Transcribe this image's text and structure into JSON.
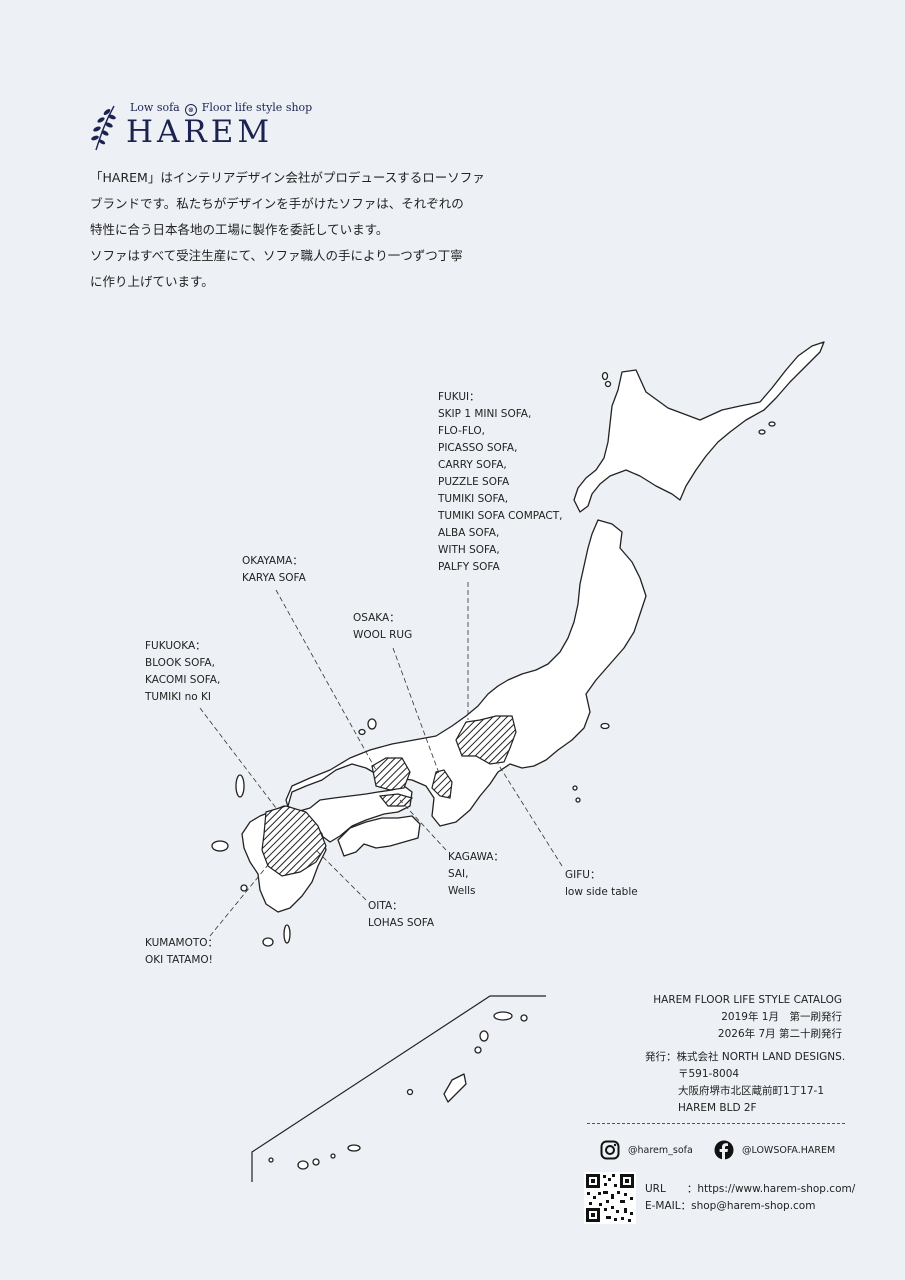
{
  "brand": {
    "tagline_left": "Low sofa",
    "tagline_sep": "⊗",
    "tagline_right": "Floor life style shop",
    "name": "HAREM"
  },
  "intro": [
    "「HAREM」はインテリアデザイン会社がプロデュースするローソファ",
    "ブランドです。私たちがデザインを手がけたソファは、それぞれの",
    "特性に合う日本各地の工場に製作を委託しています。",
    "ソファはすべて受注生産にて、ソファ職人の手により一つずつ丁寧",
    "に作り上げています。"
  ],
  "regions": {
    "fukui": [
      "FUKUI：",
      "SKIP 1 MINI SOFA,",
      "FLO-FLO,",
      "PICASSO SOFA,",
      "CARRY SOFA,",
      "PUZZLE SOFA",
      "TUMIKI SOFA,",
      "TUMIKI SOFA COMPACT,",
      "ALBA SOFA,",
      "WITH SOFA,",
      "PALFY SOFA"
    ],
    "okayama": [
      "OKAYAMA：",
      "KARYA SOFA"
    ],
    "osaka": [
      "OSAKA：",
      "WOOL RUG"
    ],
    "fukuoka": [
      "FUKUOKA：",
      "BLOOK SOFA,",
      "KACOMI SOFA,",
      "TUMIKI no KI"
    ],
    "kagawa": [
      "KAGAWA：",
      "SAI,",
      "Wells"
    ],
    "gifu": [
      "GIFU：",
      "low side table"
    ],
    "oita": [
      "OITA：",
      "LOHAS SOFA"
    ],
    "kumamoto": [
      "KUMAMOTO：",
      "OKI TATAMO!"
    ]
  },
  "catalog": {
    "title": "HAREM FLOOR LIFE STYLE CATALOG",
    "first_edition": "2019年 1月　第一刷発行",
    "current_edition": "2026年 7月 第二十刷発行"
  },
  "publisher": {
    "name": "発行：株式会社 NORTH LAND DESIGNS.",
    "postal": "〒591-8004",
    "address": "大阪府堺市北区蔵前町1丁17-1",
    "building": "HAREM BLD 2F"
  },
  "social": {
    "instagram": "@harem_sofa",
    "facebook": "@LOWSOFA.HAREM",
    "instagram_icon": "instagram-icon",
    "facebook_icon": "facebook-icon"
  },
  "contact": {
    "url": "URL　　：https://www.harem-shop.com/",
    "email": "E-MAIL：shop@harem-shop.com"
  },
  "colors": {
    "brand": "#1d2350",
    "background": "#edf1f5"
  }
}
